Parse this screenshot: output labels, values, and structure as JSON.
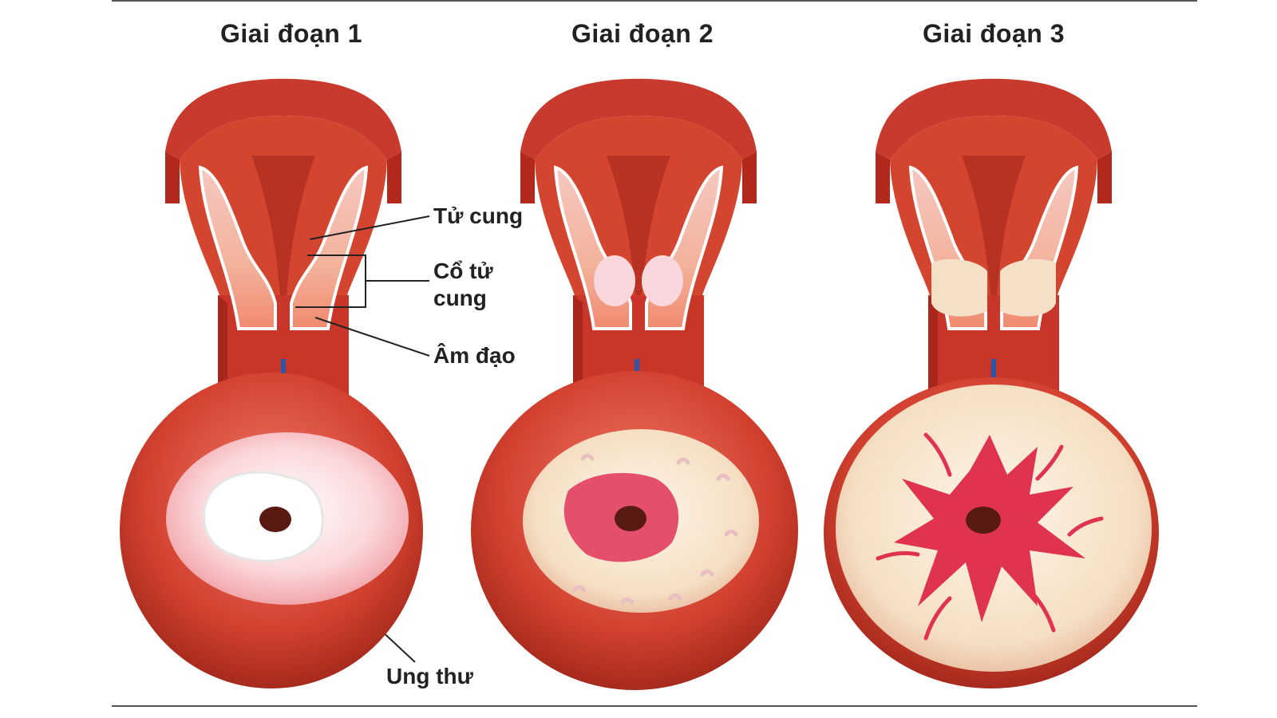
{
  "stages": [
    {
      "title": "Giai đoạn 1"
    },
    {
      "title": "Giai đoạn 2"
    },
    {
      "title": "Giai đoạn 3"
    }
  ],
  "labels": {
    "uterus": "Tử cung",
    "cervix_line1": "Cổ tử",
    "cervix_line2": "cung",
    "vagina": "Âm đạo",
    "cancer": "Ung thư"
  },
  "colors": {
    "tissue_red": "#c8342a",
    "tissue_dark": "#9e2318",
    "inner_cream": "#f7e6cf",
    "lesion_pink": "#e23a5a",
    "arrow_blue": "#2a55a8"
  }
}
